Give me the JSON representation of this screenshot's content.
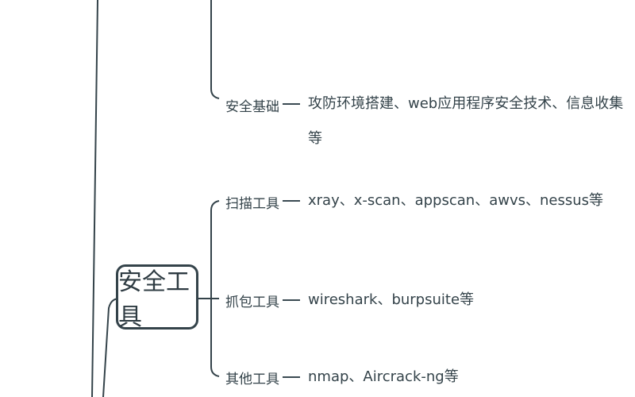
{
  "mindmap": {
    "topics": [
      {
        "title": null,
        "children": [
          {
            "label": "安全基础",
            "content_line1": "攻防环境搭建、web应用程序安全技术、信息收集",
            "content_line2": "等"
          }
        ]
      },
      {
        "title": "安全工具",
        "children": [
          {
            "label": "扫描工具",
            "content": "xray、x-scan、appscan、awvs、nessus等"
          },
          {
            "label": "抓包工具",
            "content": "wireshark、burpsuite等"
          },
          {
            "label": "其他工具",
            "content": "nmap、Aircrack-ng等"
          }
        ]
      }
    ]
  },
  "colors": {
    "line": "#34434a",
    "text": "#2e3b42",
    "background": "#ffffff"
  }
}
